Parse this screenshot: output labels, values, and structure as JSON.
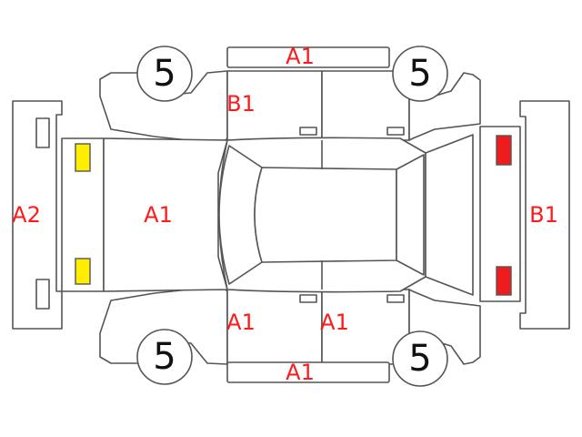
{
  "colors": {
    "code": "#ff1a1a",
    "lamp_front": "#ffee00",
    "lamp_rear": "#ee1c1c",
    "outline": "#555555"
  },
  "wheels": {
    "front_left": "5",
    "rear_left": "5",
    "front_right": "5",
    "rear_right": "5"
  },
  "codes": {
    "roof_top_strip": "A1",
    "front_left_door": "B1",
    "front_bumper": "A2",
    "hood": "A1",
    "rear_bumper": "B1",
    "front_right_door": "A1",
    "rear_right_door": "A1",
    "bottom_strip": "A1"
  }
}
